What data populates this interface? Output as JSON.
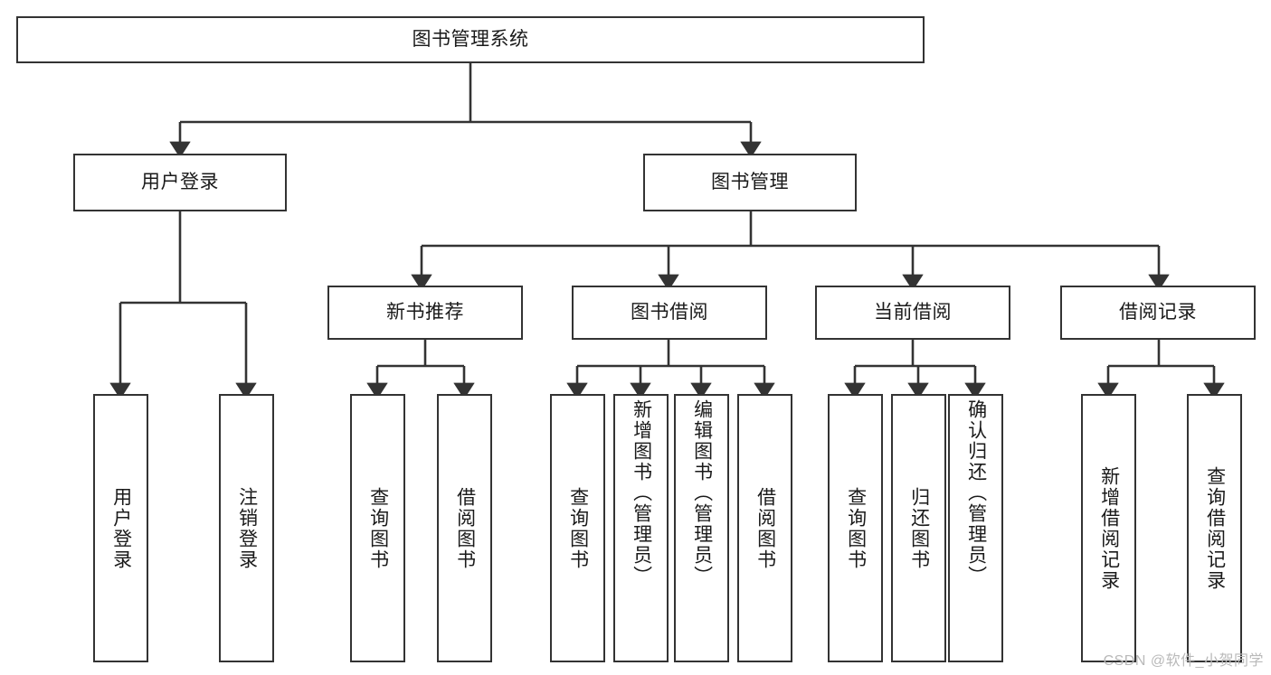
{
  "diagram": {
    "title": "图书管理系统",
    "type": "tree-hierarchy",
    "watermark": "CSDN @软件_小贺同学",
    "colors": {
      "box_border": "#333333",
      "box_fill": "#ffffff",
      "edge": "#333333",
      "text": "#1a1a1a",
      "watermark": "#b9b9b9"
    },
    "root": {
      "label": "图书管理系统"
    },
    "level2": [
      {
        "label": "用户登录"
      },
      {
        "label": "图书管理"
      }
    ],
    "level3": [
      {
        "label": "新书推荐"
      },
      {
        "label": "图书借阅"
      },
      {
        "label": "当前借阅"
      },
      {
        "label": "借阅记录"
      }
    ],
    "leaves": {
      "user_login": [
        {
          "label": "用户登录"
        },
        {
          "label": "注销登录"
        }
      ],
      "new_book_recommend": [
        {
          "label": "查询图书"
        },
        {
          "label": "借阅图书"
        }
      ],
      "book_borrow": [
        {
          "label": "查询图书"
        },
        {
          "label": "新增图书（管理员）"
        },
        {
          "label": "编辑图书（管理员）"
        },
        {
          "label": "借阅图书"
        }
      ],
      "current_borrow": [
        {
          "label": "查询图书"
        },
        {
          "label": "归还图书"
        },
        {
          "label": "确认归还（管理员）"
        }
      ],
      "borrow_record": [
        {
          "label": "新增借阅记录"
        },
        {
          "label": "查询借阅记录"
        }
      ]
    }
  }
}
